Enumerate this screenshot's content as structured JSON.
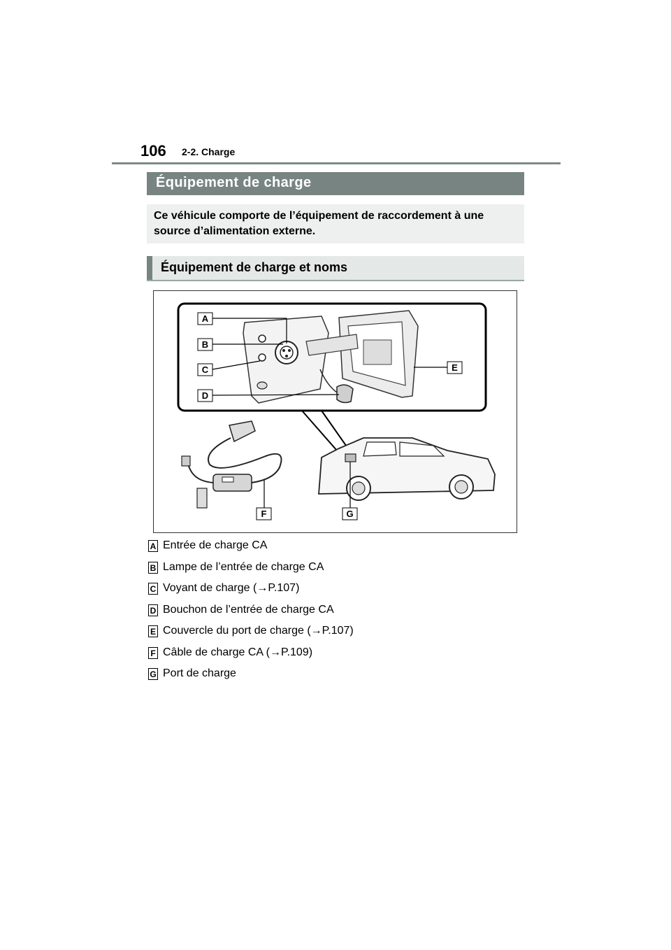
{
  "header": {
    "page_number": "106",
    "section": "2-2. Charge"
  },
  "title": "Équipement de charge",
  "intro": "Ce véhicule comporte de l’équipement de raccordement à une source d’alimentation externe.",
  "subtitle": "Équipement de charge et noms",
  "figure": {
    "callouts": [
      "A",
      "B",
      "C",
      "D",
      "E",
      "F",
      "G"
    ]
  },
  "legend": [
    {
      "letter": "A",
      "text": "Entrée de charge CA"
    },
    {
      "letter": "B",
      "text": "Lampe de l’entrée de charge CA"
    },
    {
      "letter": "C",
      "text": "Voyant de charge (→P.107)"
    },
    {
      "letter": "D",
      "text": "Bouchon de l’entrée de charge CA"
    },
    {
      "letter": "E",
      "text": "Couvercle du port de charge (→P.107)"
    },
    {
      "letter": "F",
      "text": "Câble de charge CA (→P.109)"
    },
    {
      "letter": "G",
      "text": "Port de charge"
    }
  ]
}
